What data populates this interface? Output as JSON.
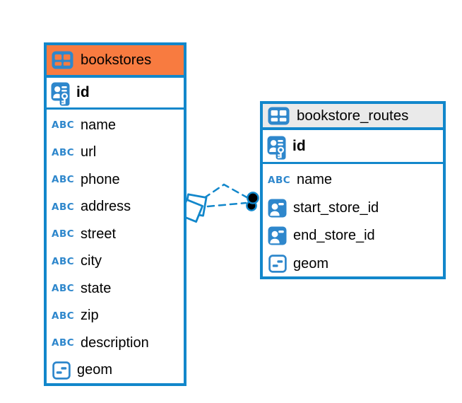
{
  "colors": {
    "border_blue": "#1287CB",
    "icon_blue": "#2E87CC",
    "header_orange": "#F87B40",
    "header_gray": "#EAEAEA",
    "table_icon_cell_on_gray": "#FDFDFD",
    "text": "#000000",
    "relation_line": "#1287CB",
    "endpoint_dot": "#000000"
  },
  "icons": {
    "text_type_glyph": "ABC"
  },
  "tables": [
    {
      "title": "bookstores",
      "header_color": "#F87B40",
      "primary_key": {
        "label": "id",
        "icon": "primary-key-icon"
      },
      "fields": [
        {
          "label": "name",
          "icon": "text-type-icon"
        },
        {
          "label": "url",
          "icon": "text-type-icon"
        },
        {
          "label": "phone",
          "icon": "text-type-icon"
        },
        {
          "label": "address",
          "icon": "text-type-icon"
        },
        {
          "label": "street",
          "icon": "text-type-icon"
        },
        {
          "label": "city",
          "icon": "text-type-icon"
        },
        {
          "label": "state",
          "icon": "text-type-icon"
        },
        {
          "label": "zip",
          "icon": "text-type-icon"
        },
        {
          "label": "description",
          "icon": "text-type-icon"
        },
        {
          "label": "geom",
          "icon": "geometry-type-icon"
        }
      ]
    },
    {
      "title": "bookstore_routes",
      "header_color": "#EAEAEA",
      "primary_key": {
        "label": "id",
        "icon": "primary-key-icon"
      },
      "fields": [
        {
          "label": "name",
          "icon": "text-type-icon"
        },
        {
          "label": "start_store_id",
          "icon": "reference-icon"
        },
        {
          "label": "end_store_id",
          "icon": "reference-icon"
        },
        {
          "label": "geom",
          "icon": "geometry-type-icon"
        }
      ]
    }
  ],
  "relationship": {
    "from_table": "bookstores",
    "to_table": "bookstore_routes",
    "line_style": "dashed",
    "source_marker": "double-diamond",
    "target_marker": "double-dot"
  }
}
